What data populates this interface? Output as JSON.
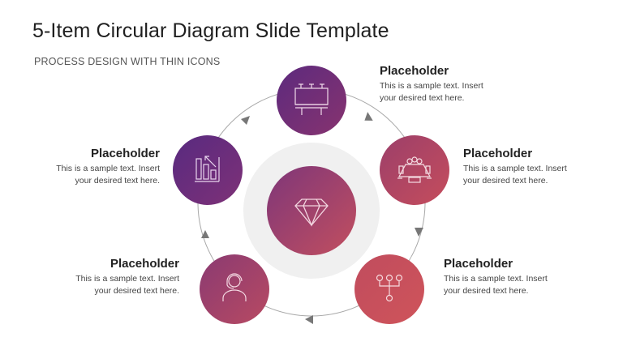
{
  "slide": {
    "title": "5-Item Circular Diagram Slide Template",
    "subtitle": "PROCESS DESIGN WITH THIN ICONS"
  },
  "items": [
    {
      "position": "top",
      "icon": "billboard-icon",
      "heading": "Placeholder",
      "text_line1": "This is a sample text. Insert",
      "text_line2": "your desired text here.",
      "color": "#6a2c7e"
    },
    {
      "position": "right",
      "icon": "conference-table-icon",
      "heading": "Placeholder",
      "text_line1": "This is a sample text. Insert",
      "text_line2": "your desired text here.",
      "color": "#b2455f"
    },
    {
      "position": "bottom-right",
      "icon": "hierarchy-icon",
      "heading": "Placeholder",
      "text_line1": "This is a sample text. Insert",
      "text_line2": "your desired text here.",
      "color": "#c9505c"
    },
    {
      "position": "bottom-left",
      "icon": "headset-user-icon",
      "heading": "Placeholder",
      "text_line1": "This is a sample text. Insert",
      "text_line2": "your desired text here.",
      "color": "#a0456a"
    },
    {
      "position": "left",
      "icon": "bar-chart-icon",
      "heading": "Placeholder",
      "text_line1": "This is a sample text. Insert",
      "text_line2": "your desired text here.",
      "color": "#5e2a7c"
    }
  ],
  "center": {
    "icon": "diamond-icon",
    "ring_color": "#f0f0f0"
  },
  "colors": {
    "gradient_start": "#7a3580",
    "gradient_end": "#c94f5e",
    "connector": "#a0a0a0",
    "arrow": "#777777"
  }
}
